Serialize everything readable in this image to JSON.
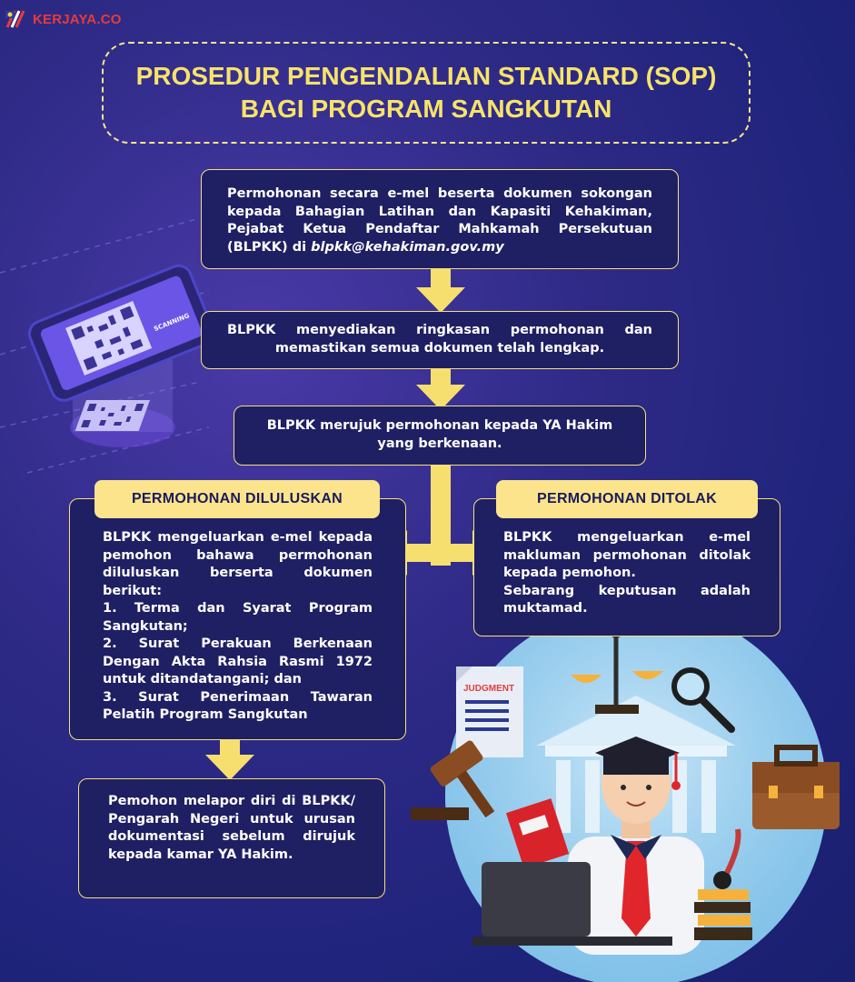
{
  "brand": {
    "logo_text": "KERJAYA.CO"
  },
  "title": {
    "line1": "PROSEDUR PENGENDALIAN STANDARD (SOP)",
    "line2": "BAGI PROGRAM SANGKUTAN"
  },
  "steps": [
    {
      "lines": [
        "Permohonan secara e-mel beserta dokumen sokongan",
        "kepada Bahagian Latihan dan Kapasiti Kehakiman,",
        "Pejabat Ketua Pendaftar Mahkamah Persekutuan"
      ],
      "last_prefix": "(BLPKK) di ",
      "email": "blpkk@kehakiman.gov.my"
    },
    {
      "text": "BLPKK menyediakan ringkasan permohonan dan memastikan semua dokumen telah lengkap."
    },
    {
      "text": "BLPKK merujuk permohonan kepada YA Hakim yang berkenaan."
    }
  ],
  "approved": {
    "label": "PERMOHONAN DILULUSKAN",
    "intro": "BLPKK mengeluarkan e-mel kepada pemohon bahawa permohonan diluluskan berserta dokumen berikut:",
    "items": [
      "1. Terma dan Syarat Program Sangkutan;",
      "2. Surat Perakuan Berkenaan Dengan Akta Rahsia Rasmi 1972 untuk ditandatangani; dan",
      "3. Surat Penerimaan Tawaran Pelatih Program Sangkutan"
    ]
  },
  "rejected": {
    "label": "PERMOHONAN DITOLAK",
    "text1": "BLPKK mengeluarkan e-mel makluman permohonan ditolak kepada pemohon.",
    "text2": "Sebarang keputusan adalah muktamad."
  },
  "final_step": {
    "text": "Pemohon melapor diri di BLPKK/ Pengarah Negeri untuk urusan dokumentasi sebelum dirujuk kepada kamar YA Hakim."
  },
  "illustration": {
    "phone_label": "SCANNING",
    "document_label": "JUDGMENT"
  },
  "colors": {
    "accent_yellow": "#fbe48c",
    "box_bg": "#1f1f63",
    "title_yellow": "#f7e36a",
    "brand_red": "#e63b3b"
  }
}
